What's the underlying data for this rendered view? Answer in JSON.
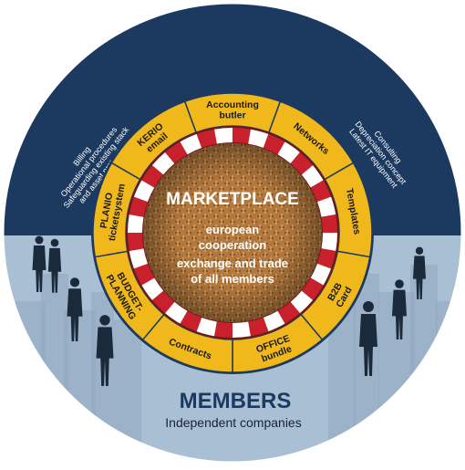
{
  "colors": {
    "navy": "#1c3a60",
    "navy_dark": "#142c4c",
    "light_blue": "#a9bfd4",
    "city_blue": "#8fa8bf",
    "gold": "#f0b81a",
    "gold_border": "#1c3a60",
    "awning_red": "#c8202c",
    "awning_white": "#ffffff",
    "wood": "#b07438",
    "people": "#1b2a3a"
  },
  "services_left": [
    "Billing",
    "Operational procedures",
    "Safeguarding existing stack",
    "and asset protection"
  ],
  "services_right": [
    "Consulting",
    "Depreciation concept",
    "Latest IT equipment"
  ],
  "marketplace": {
    "title": "MARKETPLACE",
    "subtitle_lines": [
      "european",
      "cooperation",
      "exchange and trade",
      "of all members"
    ]
  },
  "segments": [
    {
      "lines": [
        "Accounting",
        "butler"
      ]
    },
    {
      "lines": [
        "Networks"
      ]
    },
    {
      "lines": [
        "Templates"
      ]
    },
    {
      "lines": [
        "B2B",
        "Card"
      ]
    },
    {
      "lines": [
        "OFFICE",
        "bundle"
      ]
    },
    {
      "lines": [
        "Contracts"
      ]
    },
    {
      "lines": [
        "BUDGET-",
        "PLANNING"
      ]
    },
    {
      "lines": [
        "PLANIO",
        "ticketsystem"
      ]
    },
    {
      "lines": [
        "KERIO",
        "email"
      ]
    }
  ],
  "members": {
    "title": "MEMBERS",
    "subtitle": "Independent companies"
  }
}
